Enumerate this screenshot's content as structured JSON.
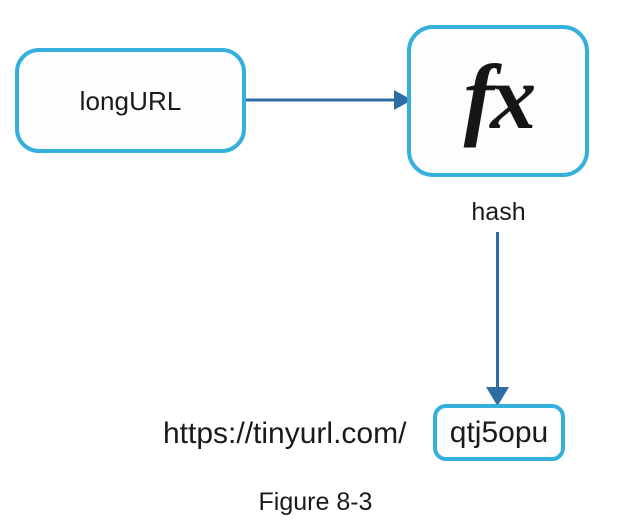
{
  "figure": {
    "caption": "Figure 8-3",
    "background_color": "#ffffff"
  },
  "palette": {
    "box_border": "#35b0dc",
    "arrow": "#2e6da4",
    "text": "#1a1a1a",
    "box_fill": "#fdfdfd"
  },
  "nodes": {
    "input": {
      "label": "longURL",
      "shape": "rounded-rectangle"
    },
    "function": {
      "label": "fx",
      "semantic": "hash-function",
      "shape": "rounded-rectangle"
    },
    "short_code": {
      "label": "qtj5opu",
      "shape": "rounded-rectangle"
    }
  },
  "edges": [
    {
      "name": "longurl-to-function",
      "label": "",
      "direction": "right",
      "color": "#2e6da4"
    },
    {
      "name": "function-to-shortcode",
      "label": "hash",
      "direction": "down",
      "color": "#2e6da4"
    }
  ],
  "labels": {
    "hash": "hash",
    "url_prefix": "https://tinyurl.com/"
  },
  "chart_data": {
    "type": "diagram",
    "title": "Figure 8-3",
    "description": "URL shortening flow: a long URL is fed into a hash function which produces a hash used as the short code appended to the tinyurl.com domain.",
    "nodes": [
      "longURL",
      "fx",
      "qtj5opu"
    ],
    "edges": [
      {
        "from": "longURL",
        "to": "fx",
        "label": ""
      },
      {
        "from": "fx",
        "to": "qtj5opu",
        "label": "hash"
      }
    ]
  }
}
